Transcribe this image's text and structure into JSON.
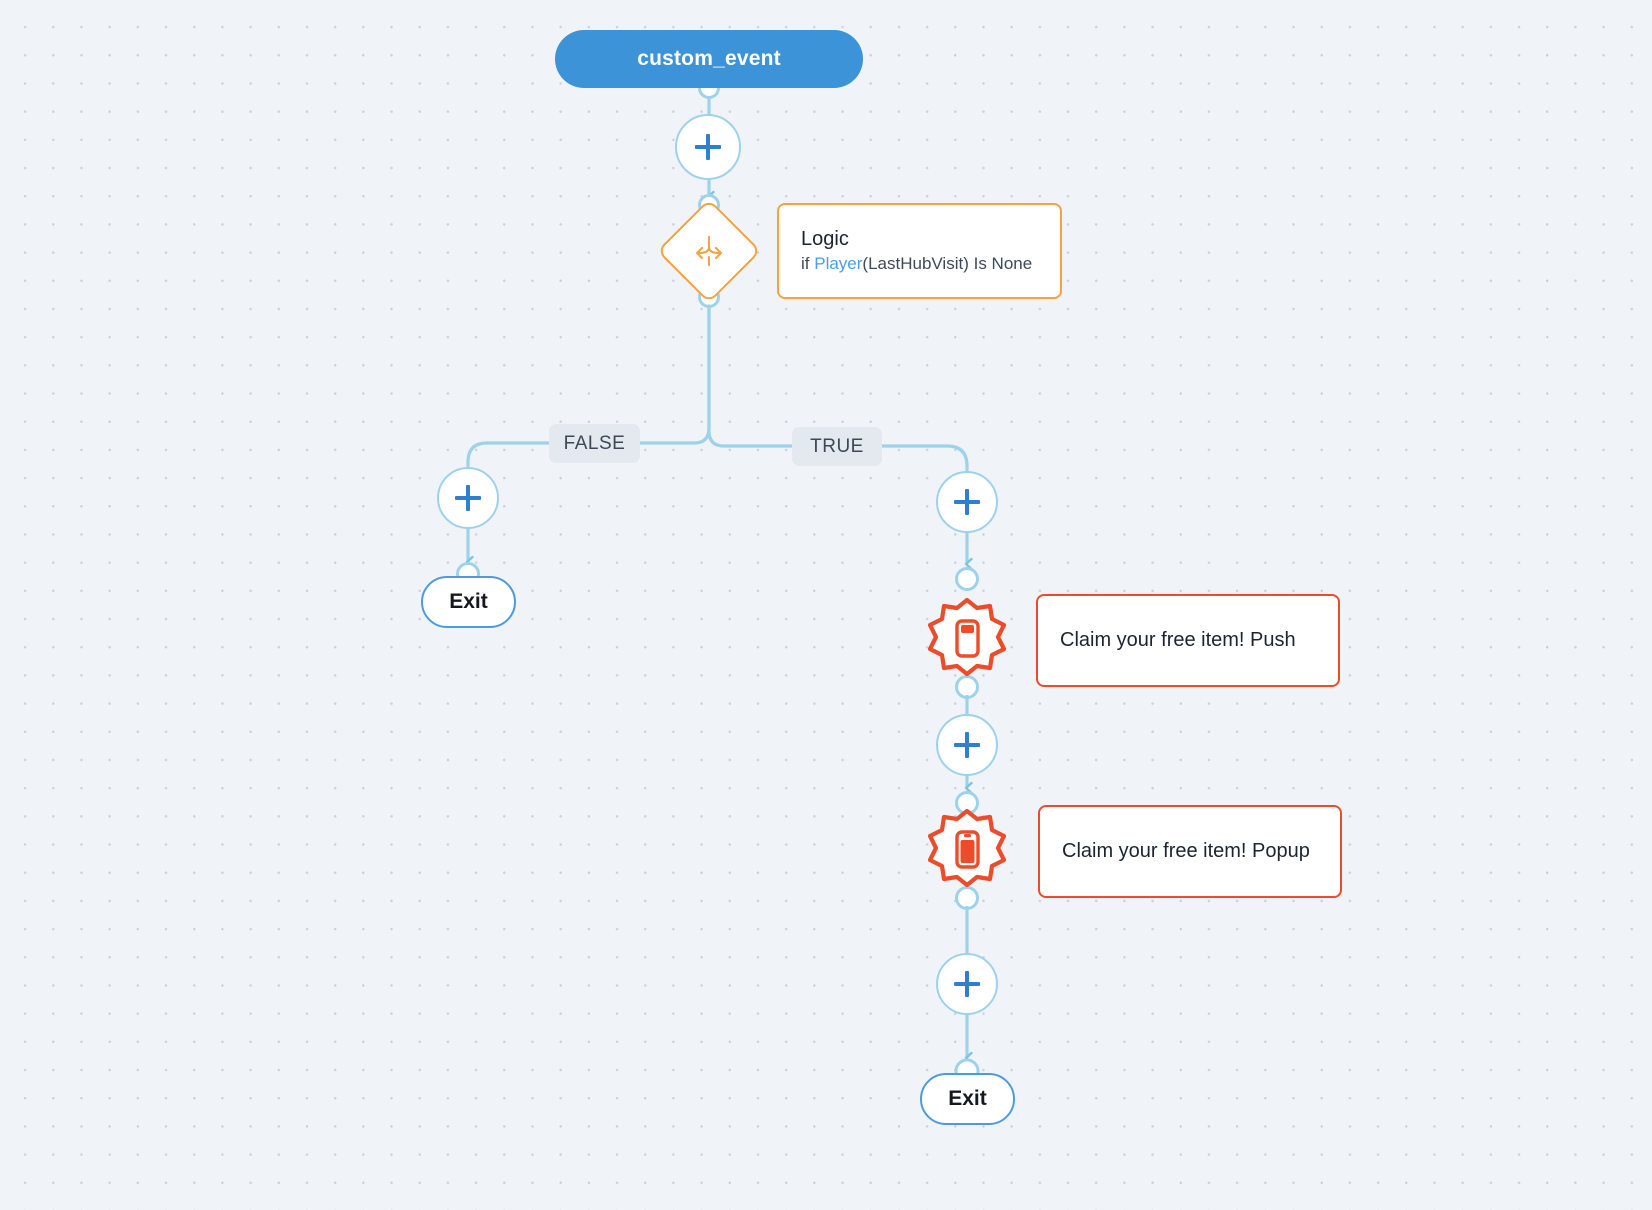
{
  "canvas": {
    "background_color": "#f0f4f9",
    "dot_color": "#c9d2de"
  },
  "colors": {
    "trigger_blue": "#3d93d8",
    "wire_blue": "#9dd2ea",
    "plus_blue": "#2f7fd1",
    "logic_orange": "#f0a442",
    "message_red": "#eb4d2c",
    "exit_blue": "#4e9bdc",
    "branch_label_bg": "#e4e9f0"
  },
  "trigger": {
    "label": "custom_event",
    "icon": "event-trigger-pill"
  },
  "nodes": {
    "plus_after_trigger": {
      "icon": "plus-icon",
      "label": "+"
    },
    "logic": {
      "icon": "branch-split-icon",
      "card_title": "Logic",
      "condition_prefix": "if ",
      "condition_variable": "Player",
      "condition_suffix": "(LastHubVisit) Is None",
      "condition_full": "if Player(LastHubVisit) Is None"
    },
    "branch_false": {
      "label": "FALSE"
    },
    "branch_true": {
      "label": "TRUE"
    },
    "plus_false_branch": {
      "icon": "plus-icon",
      "label": "+"
    },
    "exit_false": {
      "label": "Exit"
    },
    "plus_true_branch": {
      "icon": "plus-icon",
      "label": "+"
    },
    "message_push": {
      "icon": "phone-push-notification-icon",
      "card_text": "Claim your free item! Push"
    },
    "plus_between_messages": {
      "icon": "plus-icon",
      "label": "+"
    },
    "message_popup": {
      "icon": "phone-popup-icon",
      "card_text": "Claim your free item! Popup"
    },
    "plus_before_exit": {
      "icon": "plus-icon",
      "label": "+"
    },
    "exit_true": {
      "label": "Exit"
    }
  }
}
